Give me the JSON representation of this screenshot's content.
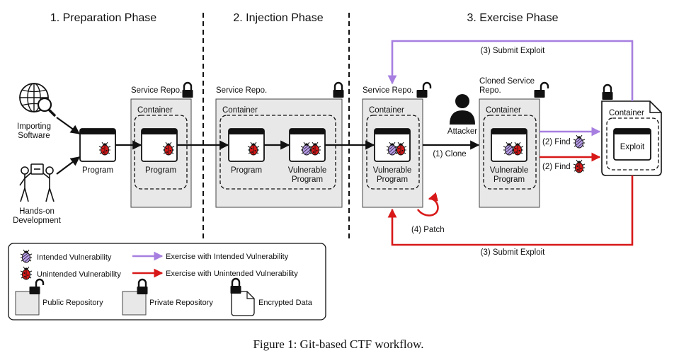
{
  "phases": {
    "preparation": "1. Preparation Phase",
    "injection": "2. Injection Phase",
    "exercise": "3. Exercise Phase"
  },
  "sources": {
    "importing": [
      "Importing",
      "Software"
    ],
    "hands_on": [
      "Hands-on",
      "Development"
    ]
  },
  "labels": {
    "program": "Program",
    "service_repo": "Service Repo.",
    "container": "Container",
    "vulnerable_program": [
      "Vulnerable",
      "Program"
    ],
    "cloned_service_repo": [
      "Cloned Service",
      "Repo."
    ],
    "attacker": "Attacker",
    "exploit": "Exploit"
  },
  "steps": {
    "clone": "(1) Clone",
    "find": "(2) Find",
    "submit_exploit": "(3) Submit Exploit",
    "patch": "(4) Patch"
  },
  "legend": {
    "intended": "Intended Vulnerability",
    "unintended": "Unintended Vulnerability",
    "exercise_intended": "Exercise with Intended Vulnerability",
    "exercise_unintended": "Exercise with Unintended Vulnerability",
    "public_repo": "Public Repository",
    "private_repo": "Private Repository",
    "encrypted": "Encrypted Data"
  },
  "colors": {
    "intended": "#a77fe0",
    "unintended": "#d81818",
    "repo_fill": "#e8e8e8"
  },
  "caption": "Figure 1: Git-based CTF workflow."
}
